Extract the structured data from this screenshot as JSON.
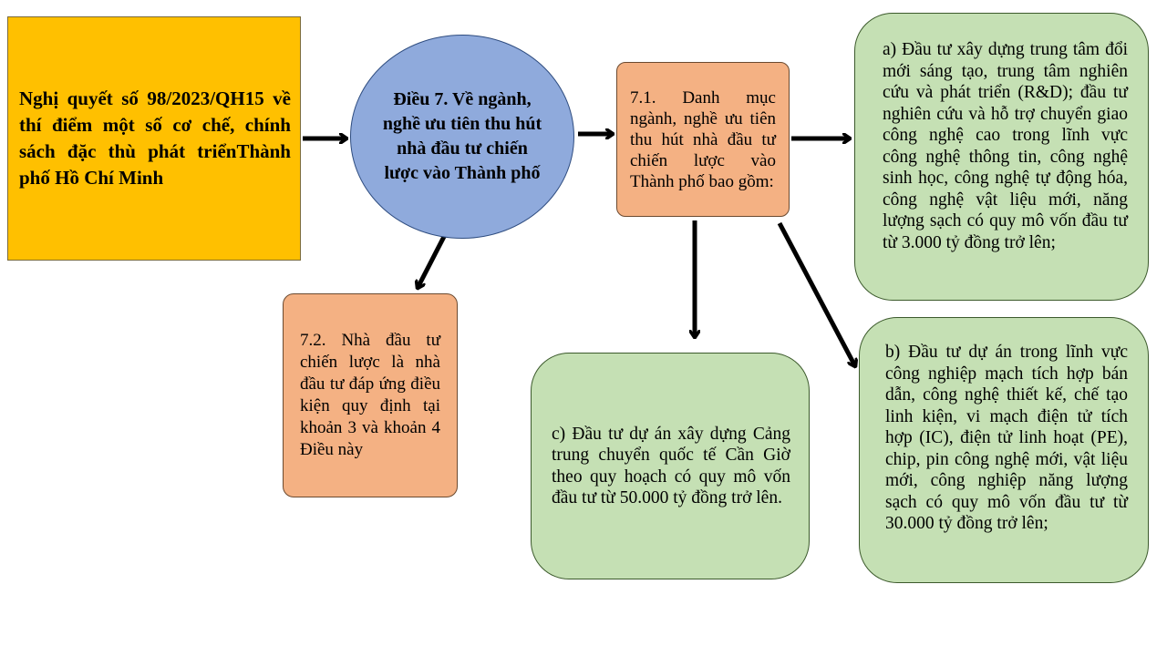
{
  "nodes": {
    "resolution": "Nghị quyết số 98/2023/QH15 về thí điểm một số cơ chế, chính sách đặc thù phát triểnThành phố Hồ Chí Minh",
    "article7": "Điều 7. Về ngành, nghề ưu tiên thu hút nhà đầu tư chiến lược vào Thành phố",
    "item_7_1": "7.1. Danh mục ngành, nghề ưu tiên thu hút nhà đầu tư chiến lược vào Thành phố bao gồm:",
    "item_7_2": "7.2. Nhà đầu tư chiến lược là nhà đầu tư đáp ứng điều kiện quy định tại khoản 3 và khoản 4 Điều này",
    "item_a": "a) Đầu tư xây dựng trung tâm đổi mới sáng tạo, trung tâm nghiên cứu và phát triển (R&D); đầu tư nghiên cứu và hỗ trợ chuyển giao công nghệ cao trong lĩnh vực công nghệ thông tin, công nghệ sinh học, công nghệ tự động hóa, công nghệ vật liệu mới, năng lượng sạch có quy mô vốn đầu tư từ 3.000 tỷ đồng trở lên;",
    "item_b": "b) Đầu tư dự án trong lĩnh vực công nghiệp mạch tích hợp bán dẫn, công nghệ thiết kế, chế tạo linh kiện, vi mạch điện tử tích hợp (IC), điện tử linh hoạt (PE), chip, pin công nghệ mới, vật liệu mới, công nghiệp năng lượng sạch có quy mô vốn đầu tư từ 30.000 tỷ đồng trở lên;",
    "item_c": "c) Đầu tư dự án xây dựng Cảng trung chuyển quốc tế Cần Giờ theo quy hoạch có quy mô vốn đầu tư từ 50.000 tỷ đồng trở lên."
  },
  "colors": {
    "yellow": "#FFC000",
    "blue": "#8FAADC",
    "orange": "#F4B183",
    "green": "#C5E0B4"
  }
}
